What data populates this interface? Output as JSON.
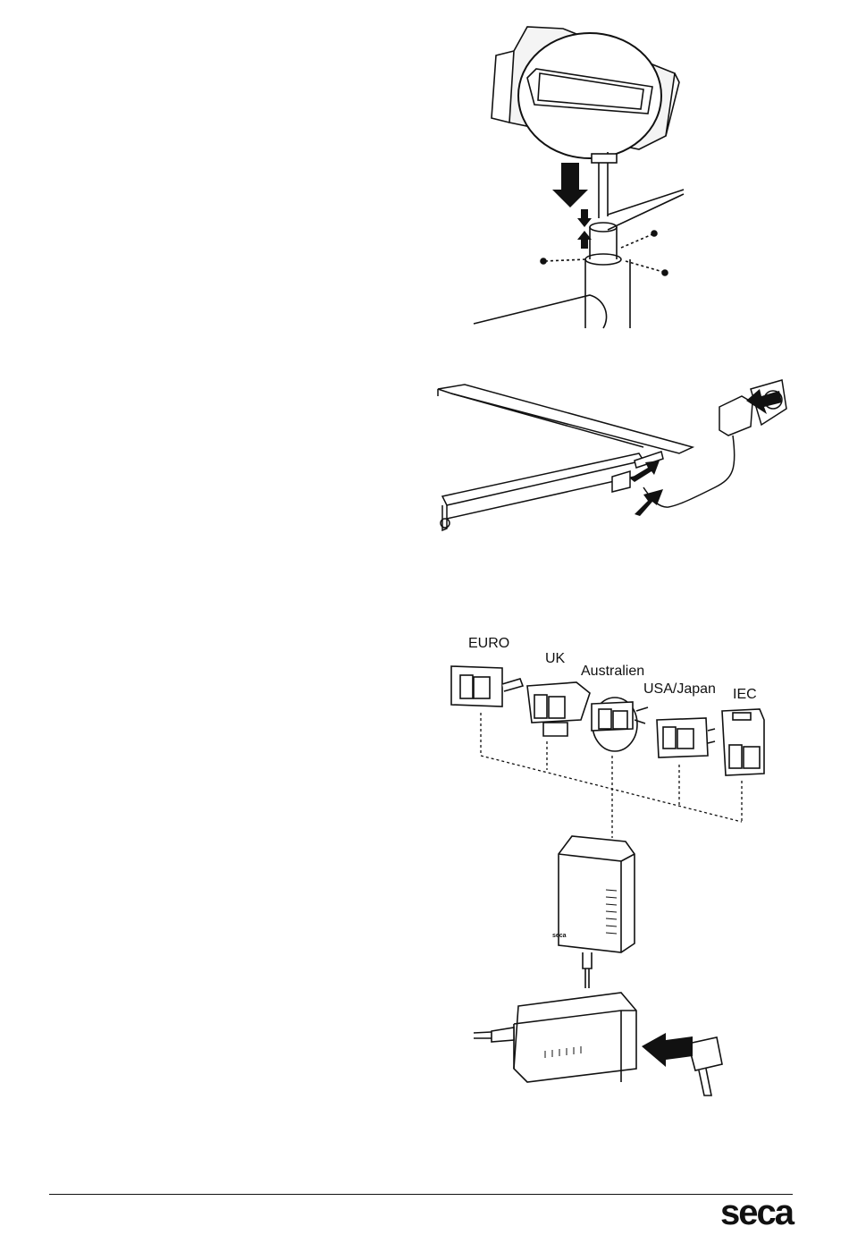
{
  "figures": {
    "display_mount": {
      "semantic": "display-head-mounting-illustration"
    },
    "power_connection": {
      "semantic": "mains-adapter-connection-illustration"
    },
    "plug_adapters": {
      "labels": {
        "euro": "EURO",
        "uk": "UK",
        "australia": "Australien",
        "usa_japan": "USA/Japan",
        "iec": "IEC"
      },
      "adapter_brand_text": "seca"
    }
  },
  "footer": {
    "logo_text": "seca"
  },
  "colors": {
    "ink": "#111111",
    "paper": "#ffffff"
  }
}
